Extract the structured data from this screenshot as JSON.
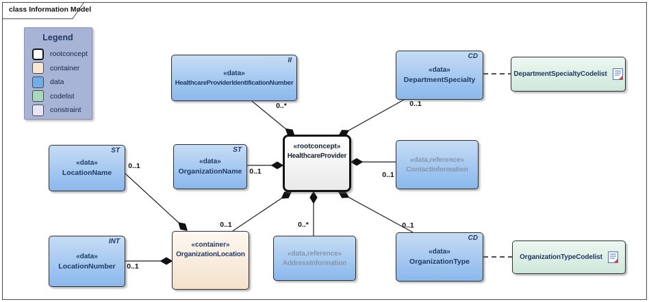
{
  "frame": {
    "title": "class Information Model"
  },
  "legend": {
    "title": "Legend",
    "items": [
      {
        "label": "rootconcept",
        "color": "#ffffff"
      },
      {
        "label": "container",
        "color": "#f9e7d3"
      },
      {
        "label": "data",
        "color": "#71ade6"
      },
      {
        "label": "codelist",
        "color": "#a8d9bc"
      },
      {
        "label": "constraint",
        "color": "#e6e6f7"
      }
    ]
  },
  "nodes": {
    "hpin": {
      "stereotype": "«data»",
      "name": "HealthcareProviderIdentificationNumber",
      "type": "II",
      "kind": "data"
    },
    "department_specialty": {
      "stereotype": "«data»",
      "name": "DepartmentSpecialty",
      "type": "CD",
      "kind": "data"
    },
    "department_specialty_codelist": {
      "name": "DepartmentSpecialtyCodelist",
      "kind": "codelist"
    },
    "location_name": {
      "stereotype": "«data»",
      "name": "LocationName",
      "type": "ST",
      "kind": "data"
    },
    "organization_name": {
      "stereotype": "«data»",
      "name": "OrganizationName",
      "type": "ST",
      "kind": "data"
    },
    "healthcare_provider": {
      "stereotype": "«rootconcept»",
      "name": "HealthcareProvider",
      "kind": "rootconcept"
    },
    "contact_information": {
      "stereotype": "«data,reference»",
      "name": "ContactInformation",
      "kind": "data-reference"
    },
    "location_number": {
      "stereotype": "«data»",
      "name": "LocationNumber",
      "type": "INT",
      "kind": "data"
    },
    "organization_location": {
      "stereotype": "«container»",
      "name": "OrganizationLocation",
      "kind": "container"
    },
    "address_information": {
      "stereotype": "«data,reference»",
      "name": "AddressInformation",
      "kind": "data-reference"
    },
    "organization_type": {
      "stereotype": "«data»",
      "name": "OrganizationType",
      "type": "CD",
      "kind": "data"
    },
    "organization_type_codelist": {
      "name": "OrganizationTypeCodelist",
      "kind": "codelist"
    }
  },
  "multiplicities": {
    "hpin_to_provider": "0..*",
    "department_specialty_to_provider": "0..1",
    "organization_name_to_provider": "0..1",
    "contact_information_to_provider": "0..1",
    "organization_location_to_provider": "0..1",
    "address_information_to_provider": "0..*",
    "organization_type_to_provider": "0..1",
    "location_name_to_location": "0..1",
    "location_number_to_location": "0..1"
  },
  "colors": {
    "node_border": "#2d2d2d",
    "data_fill": "#8ab8ec",
    "container_fill": "#f4e1cb",
    "codelist_fill": "#cfe8da",
    "rootconcept_fill": "#ffffff",
    "legend_bg": "#a8b4d6",
    "text_navy": "#1f3864",
    "muted_text": "#8593ad",
    "doc_icon_red": "#d04040",
    "doc_icon_blue": "#4472c4"
  }
}
